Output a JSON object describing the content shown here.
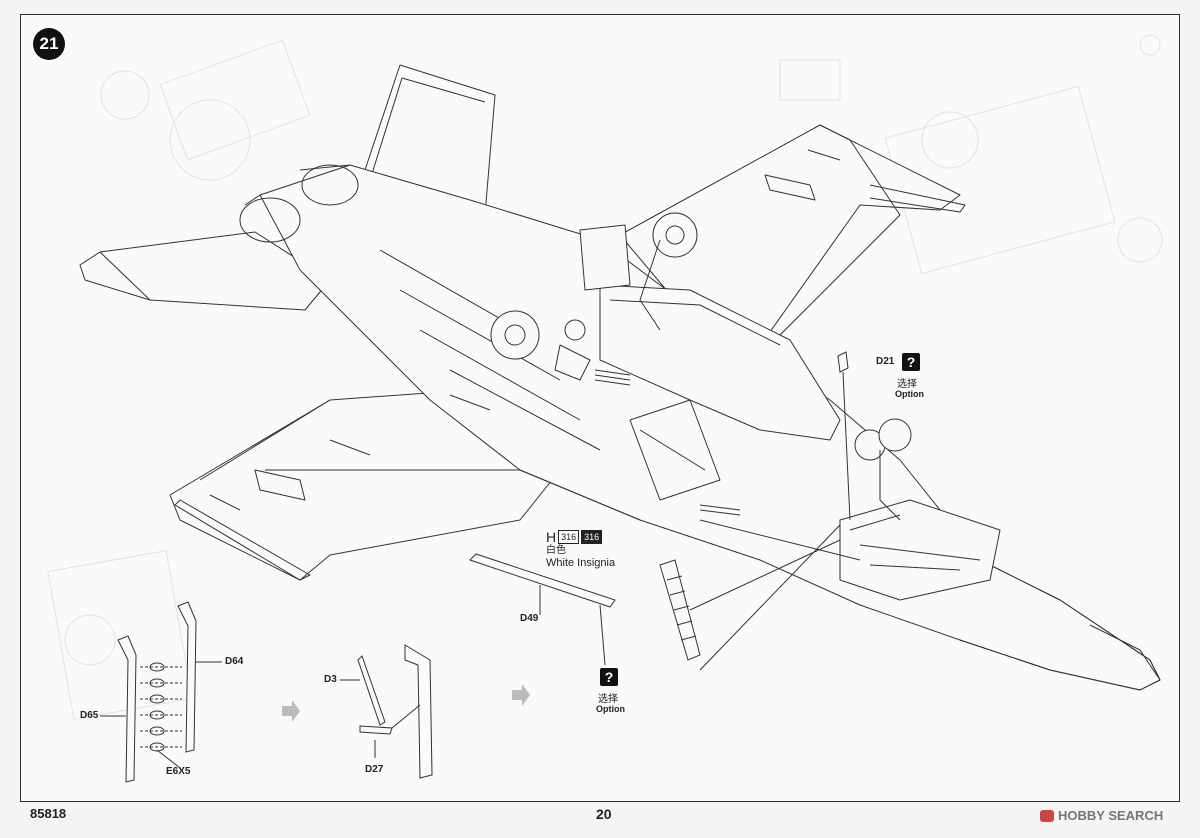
{
  "step": {
    "number": "21"
  },
  "parts": {
    "d21": "D21",
    "d49": "D49",
    "d64": "D64",
    "d65": "D65",
    "e6x5": "E6X5",
    "d3": "D3",
    "d27": "D27"
  },
  "option": {
    "symbol": "?",
    "label_cn": "选择",
    "label_en": "Option"
  },
  "paint": {
    "letter": "H",
    "code_a": "316",
    "code_b": "316",
    "label_cn": "白色",
    "label_en": "White Insignia"
  },
  "footer": {
    "kit_number": "85818",
    "page_number": "20",
    "watermark": "HOBBY SEARCH"
  },
  "colors": {
    "line": "#333333",
    "paper": "#fafaf8",
    "badge": "#111111"
  }
}
